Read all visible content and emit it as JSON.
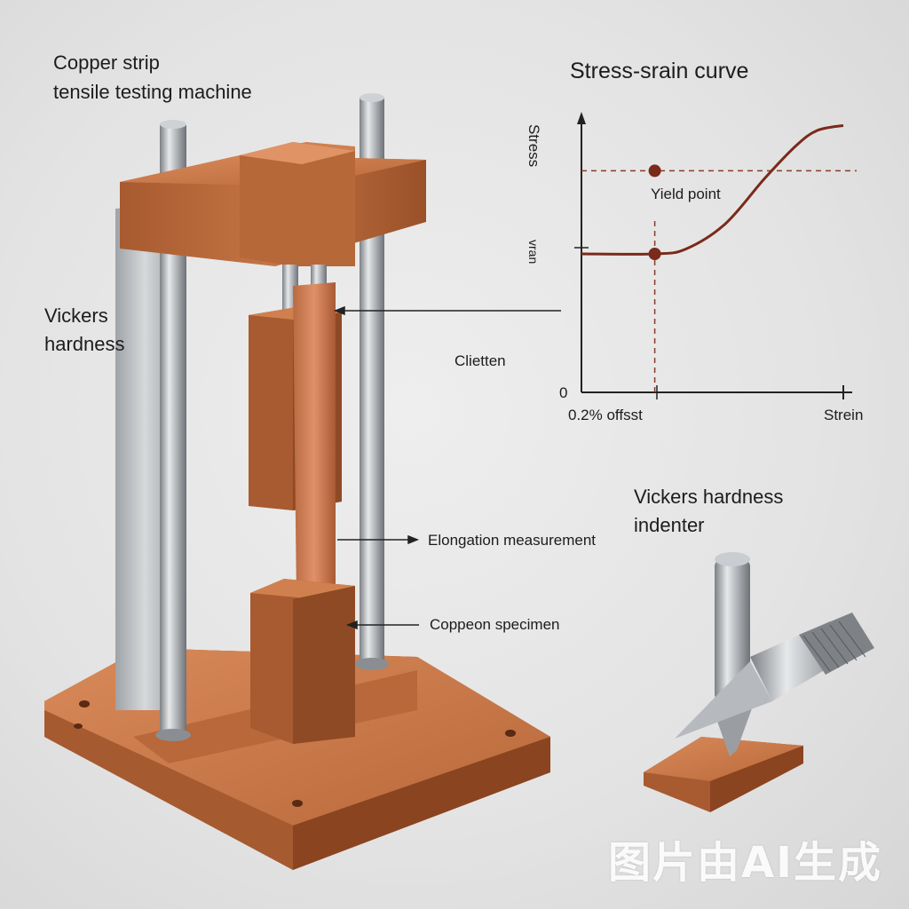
{
  "title": {
    "line1": "Copper strip",
    "line2": "tensile testing machine"
  },
  "left_label": {
    "line1": "Vickers",
    "line2": "hardness"
  },
  "callouts": {
    "clietten": "Clietten",
    "elongation": "Elongation measurement",
    "specimen": "Coppeon specimen"
  },
  "chart": {
    "title": "Stress-srain curve",
    "ylabel": "Stress",
    "ytick_label": "vran",
    "origin": "0",
    "offset_label": "0.2% offsst",
    "xlabel": "Strein",
    "annotation": "Yield point"
  },
  "chart_data": {
    "type": "line",
    "title": "Stress-srain curve",
    "xlabel": "Strein",
    "ylabel": "Stress",
    "annotations": [
      "Yield point",
      "0.2% offsst",
      "vran"
    ],
    "series": [
      {
        "x": [
          0,
          0.28,
          0.4,
          0.55,
          0.7,
          0.82,
          0.9,
          1.0
        ],
        "y": [
          0.55,
          0.55,
          0.57,
          0.67,
          0.85,
          0.98,
          1.04,
          1.06
        ]
      }
    ],
    "markers": [
      {
        "x": 0.28,
        "y": 0.55
      },
      {
        "x": 0.28,
        "y": 0.88
      }
    ],
    "dashed_lines": {
      "x": 0.28,
      "y": 0.88
    },
    "xlim": [
      0,
      1
    ],
    "ylim": [
      0,
      1.1
    ],
    "colors": {
      "curve": "#7a2a1a",
      "dashed": "#8a3a2a"
    }
  },
  "indenter": {
    "line1": "Vickers hardness",
    "line2": "indenter"
  },
  "watermark": "图片由AI生成",
  "colors": {
    "copper": "#c06a3a",
    "copper_dark": "#8a4420",
    "steel": "#b8bcc0"
  }
}
